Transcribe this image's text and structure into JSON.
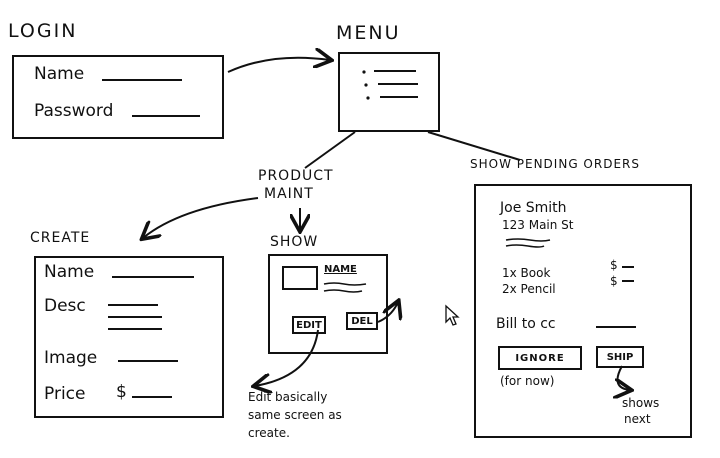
{
  "screens": {
    "login": {
      "title": "LOGIN",
      "fields": [
        "Name",
        "Password"
      ]
    },
    "menu": {
      "title": "MENU"
    },
    "create": {
      "title": "CREATE",
      "fields": [
        "Name",
        "Desc",
        "Image",
        "Price"
      ],
      "price_prefix": "$"
    },
    "show": {
      "title": "SHOW",
      "image_label": "NAME",
      "buttons": [
        "EDIT",
        "DEL"
      ]
    },
    "pending": {
      "customer_name": "Joe Smith",
      "address": "123 Main St",
      "items": [
        "1x Book",
        "2x Pencil"
      ],
      "price_prefix": "$",
      "bill_text": "Bill to cc",
      "buttons": [
        "IGNORE",
        "SHIP"
      ],
      "ignore_note": "(for now)",
      "ship_note_line1": "shows",
      "ship_note_line2": "next"
    }
  },
  "transitions": {
    "product_maint_line1": "PRODUCT",
    "product_maint_line2": "MAINT",
    "show_pending": "SHOW PENDING ORDERS"
  },
  "notes": {
    "edit_line1": "Edit basically",
    "edit_line2": "same screen as",
    "edit_line3": "create."
  }
}
